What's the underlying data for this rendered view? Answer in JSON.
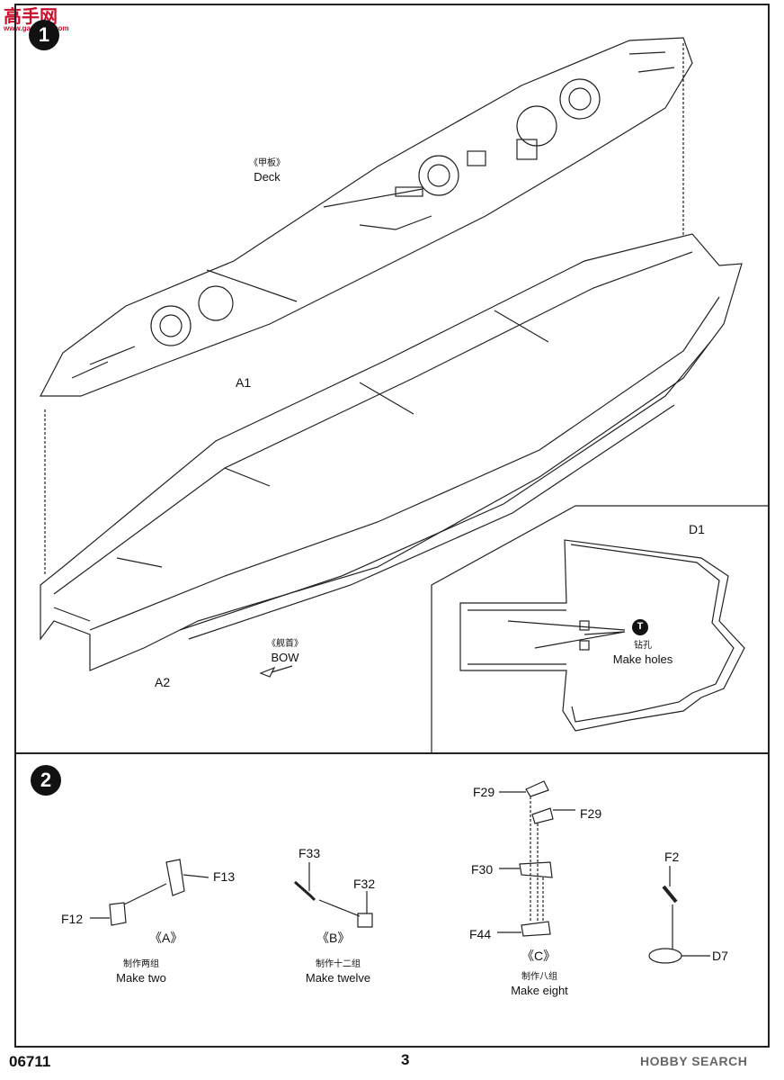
{
  "watermark": {
    "site": "高手网",
    "url": "www.gaoshou.com"
  },
  "steps": [
    "1",
    "2"
  ],
  "step1": {
    "deck": {
      "zh": "《甲板》",
      "en": "Deck"
    },
    "parts": {
      "a1": "A1",
      "a2": "A2",
      "d1": "D1"
    },
    "bow": {
      "zh": "《舰首》",
      "en": "BOW"
    },
    "holes": {
      "symbol": "T",
      "zh": "钻孔",
      "en": "Make holes"
    }
  },
  "step2": {
    "a": {
      "parts": [
        "F13",
        "F12"
      ],
      "tag": "《A》",
      "zh": "制作两组",
      "en": "Make two"
    },
    "b": {
      "parts": [
        "F33",
        "F32"
      ],
      "tag": "《B》",
      "zh": "制作十二组",
      "en": "Make twelve"
    },
    "c": {
      "parts": [
        "F29",
        "F29",
        "F30",
        "F44"
      ],
      "tag": "《C》",
      "zh": "制作八组",
      "en": "Make eight"
    },
    "d": {
      "parts": [
        "F2",
        "D7"
      ]
    }
  },
  "footer": {
    "code": "06711",
    "page": "3",
    "brand": "HOBBY SEARCH"
  }
}
